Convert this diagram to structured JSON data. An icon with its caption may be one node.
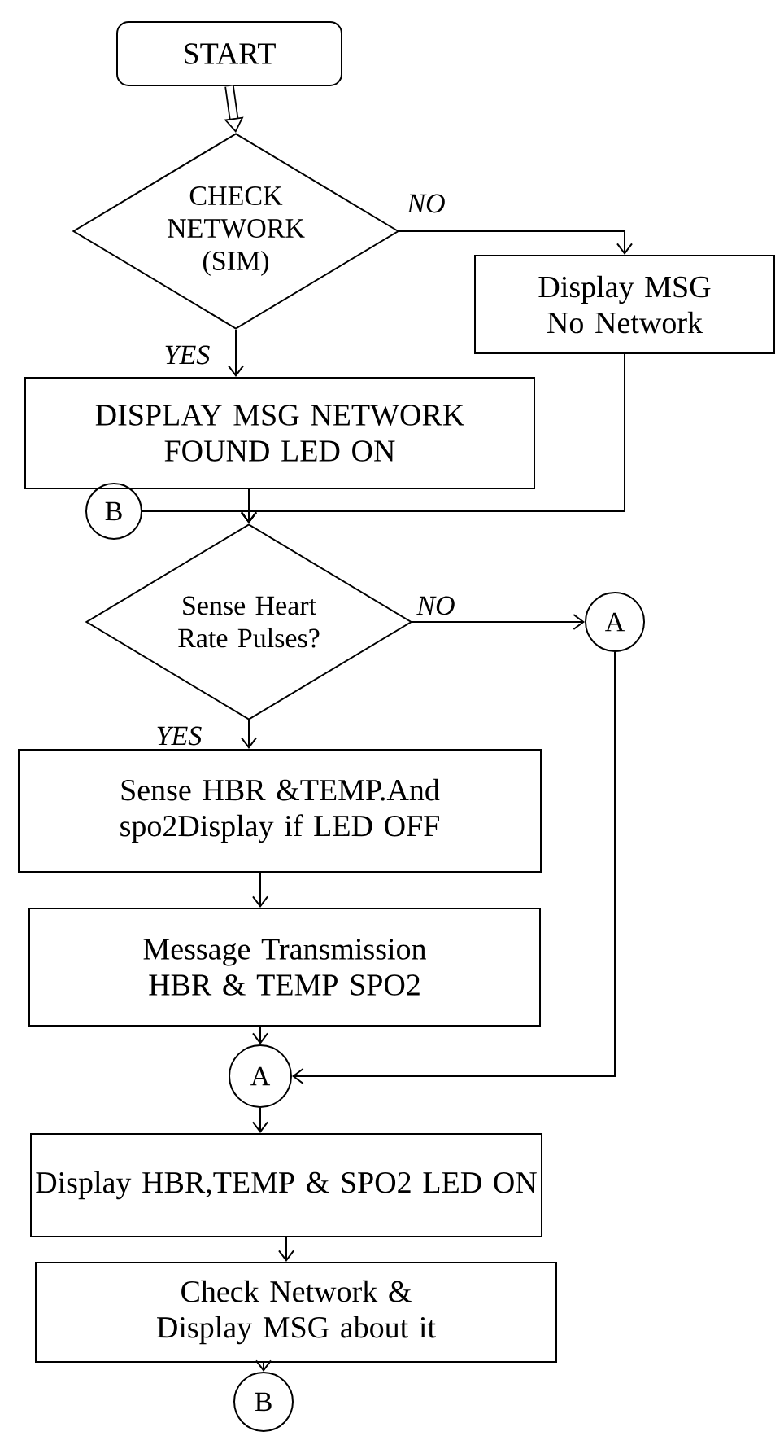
{
  "diagram": {
    "nodes": [
      {
        "text": [
          "START"
        ]
      },
      {
        "text": [
          "CHECK NETWORK (SIM)"
        ]
      },
      {
        "text": [
          "Display MSG No Network"
        ]
      },
      {
        "text": [
          "DISPLAY MSG NETWORK FOUND LED ON"
        ]
      },
      {
        "text": [
          "B"
        ]
      },
      {
        "text": [
          "Sense Heart Rate Pulses?"
        ]
      },
      {
        "text": [
          "A"
        ]
      },
      {
        "text": [
          "Sense HBR &TEMP.And spo2Display if LED OFF"
        ]
      },
      {
        "text": [
          "Message Transmission HBR & TEMP  SPO2"
        ]
      },
      {
        "text": [
          "A"
        ]
      },
      {
        "text": [
          "Display HBR,TEMP & SPO2 LED ON"
        ]
      },
      {
        "text": [
          "Check Network & Display MSG about it"
        ]
      },
      {
        "text": [
          "B"
        ]
      }
    ],
    "edges": [
      {
        "from": 0,
        "to": 1,
        "arrow": "to",
        "style": "thick"
      },
      {
        "from": 1,
        "to": 2,
        "arrow": "to",
        "label": "NO"
      },
      {
        "from": 1,
        "to": 3,
        "arrow": "to",
        "label": "YES"
      },
      {
        "from": 3,
        "to": 5,
        "arrow": "to"
      },
      {
        "from": 4,
        "to": 5,
        "arrow": "to"
      },
      {
        "from": 2,
        "to": 5,
        "arrow": "to"
      },
      {
        "from": 5,
        "to": 6,
        "arrow": "to",
        "label": "NO"
      },
      {
        "from": 5,
        "to": 7,
        "arrow": "to",
        "label": "YES"
      },
      {
        "from": 7,
        "to": 8,
        "arrow": "to"
      },
      {
        "from": 8,
        "to": 9,
        "arrow": "to"
      },
      {
        "from": 6,
        "to": 9,
        "arrow": "to"
      },
      {
        "from": 9,
        "to": 10,
        "arrow": "to"
      },
      {
        "from": 10,
        "to": 11,
        "arrow": "to"
      },
      {
        "from": 11,
        "to": 12,
        "arrow": "to"
      }
    ]
  }
}
